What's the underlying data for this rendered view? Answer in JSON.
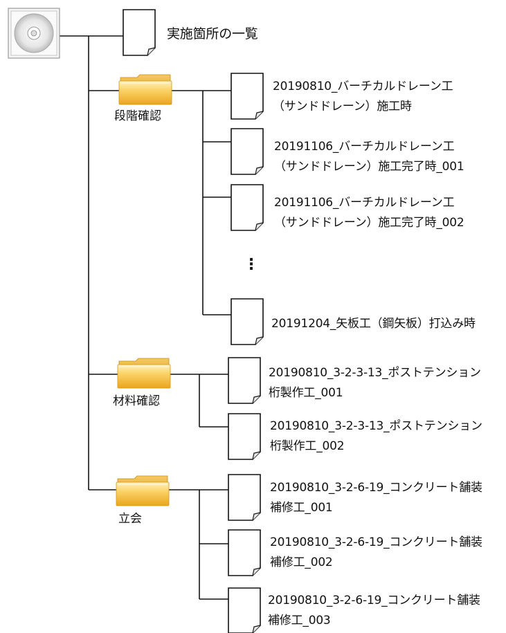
{
  "root": {
    "icon": "cd-disc-icon",
    "index_file": {
      "label": "実施箇所の一覧",
      "icon": "document-icon"
    }
  },
  "folders": [
    {
      "name": "段階確認",
      "icon": "folder-icon",
      "files": [
        {
          "line1": "20190810_バーチカルドレーン工",
          "line2": "（サンドドレーン）施工時"
        },
        {
          "line1": "20191106_バーチカルドレーン工",
          "line2": "（サンドドレーン）施工完了時_001"
        },
        {
          "line1": "20191106_バーチカルドレーン工",
          "line2": "（サンドドレーン）施工完了時_002"
        },
        {
          "line1": "20191204_矢板工（鋼矢板）打込み時",
          "line2": ""
        }
      ],
      "ellipsis": "⋮"
    },
    {
      "name": "材料確認",
      "icon": "folder-icon",
      "files": [
        {
          "line1": "20190810_3-2-3-13_ポストテンション",
          "line2": "桁製作工_001"
        },
        {
          "line1": "20190810_3-2-3-13_ポストテンション",
          "line2": "桁製作工_002"
        }
      ]
    },
    {
      "name": "立会",
      "icon": "folder-icon",
      "files": [
        {
          "line1": "20190810_3-2-6-19_コンクリート舗装",
          "line2": "補修工_001"
        },
        {
          "line1": "20190810_3-2-6-19_コンクリート舗装",
          "line2": "補修工_002"
        },
        {
          "line1": "20190810_3-2-6-19_コンクリート舗装",
          "line2": "補修工_003"
        }
      ]
    }
  ],
  "colors": {
    "line": "#111111",
    "folder_top": "#fde6a0",
    "folder_mid": "#f9c84a",
    "folder_bottom": "#e8a617",
    "doc_fill": "#ffffff"
  }
}
